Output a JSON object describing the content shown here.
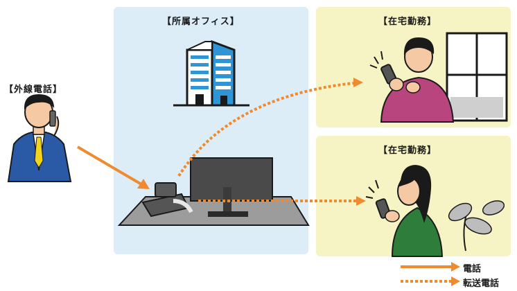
{
  "labels": {
    "office": "【所属オフィス】",
    "caller": "【外線電話】",
    "remote_top": "【在宅勤務】",
    "remote_bottom": "【在宅勤務】"
  },
  "legend": {
    "call": "電話",
    "forward": "転送電話"
  },
  "colors": {
    "call_line": "#f08a2e",
    "forward_line": "#f08a2e",
    "office_bg": "#dcedf8",
    "home_bg": "#f6f4c4"
  }
}
